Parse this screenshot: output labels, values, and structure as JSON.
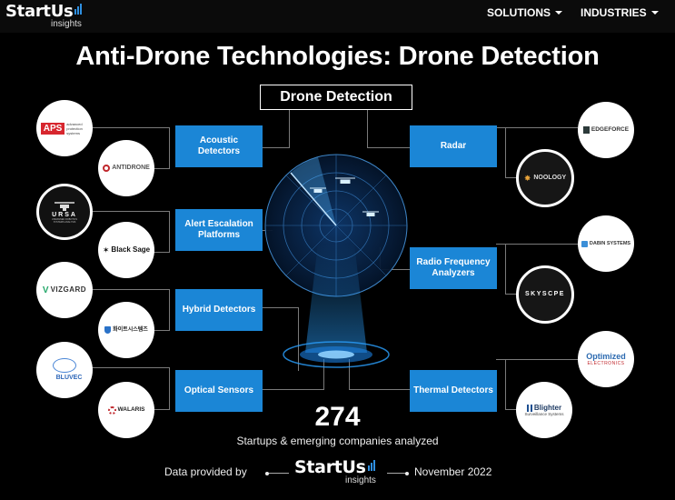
{
  "brand": {
    "name": "StartUs",
    "sub": "insights"
  },
  "nav": [
    {
      "label": "SOLUTIONS"
    },
    {
      "label": "INDUSTRIES"
    }
  ],
  "title": "Anti-Drone Technologies: Drone Detection",
  "center_label": "Drone Detection",
  "categories": {
    "acoustic": "Acoustic Detectors",
    "alert": "Alert Escalation Platforms",
    "hybrid": "Hybrid Detectors",
    "optical": "Optical Sensors",
    "radar": "Radar",
    "rf": "Radio Frequency Analyzers",
    "thermal": "Thermal Detectors"
  },
  "logos": {
    "aps": {
      "name": "APS",
      "tag": "advanced protection systems"
    },
    "antidrone": "ANTIDRONE",
    "ursa": {
      "name": "URSA",
      "tag": "UNMANNED ROBOTICS SYSTEMS ANALYSIS"
    },
    "blacksage": "Black Sage",
    "vizgard": "VIZGARD",
    "korean": "화이트시스템즈",
    "bluvec": "BLUVEC",
    "walaris": "WALARIS",
    "edgeforce": "EDGEFORCE",
    "noology": "NOOLOGY",
    "dabin": "DABIN SYSTEMS",
    "skyscope": "SKYSCPE",
    "optimized": {
      "name": "Optimized",
      "tag": "ELECTRONICS"
    },
    "blighter": {
      "name": "Blighter",
      "tag": "Surveillance Systems"
    }
  },
  "count": "274",
  "count_caption": "Startups & emerging companies analyzed",
  "footer": {
    "provided_by": "Data provided by",
    "date": "November 2022"
  },
  "colors": {
    "accent": "#1b86d6",
    "background": "#000000"
  }
}
